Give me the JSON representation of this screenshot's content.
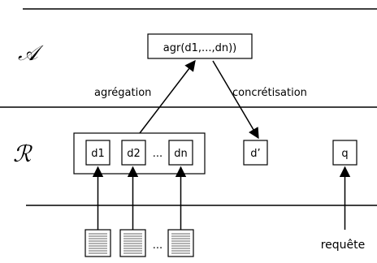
{
  "layers": {
    "abstract_symbol": "𝒜",
    "representation_symbol": "ℛ"
  },
  "nodes": {
    "aggregate": "agr(d1,...,dn))",
    "d1": "d1",
    "d2": "d2",
    "dots": "...",
    "dn": "dn",
    "d_prime": "d’",
    "q": "q"
  },
  "edges": {
    "aggregation": "agrégation",
    "concretisation": "concrétisation"
  },
  "documents": {
    "dots": "..."
  },
  "query_label": "requête",
  "colors": {
    "line": "#000000",
    "background": "#ffffff"
  }
}
